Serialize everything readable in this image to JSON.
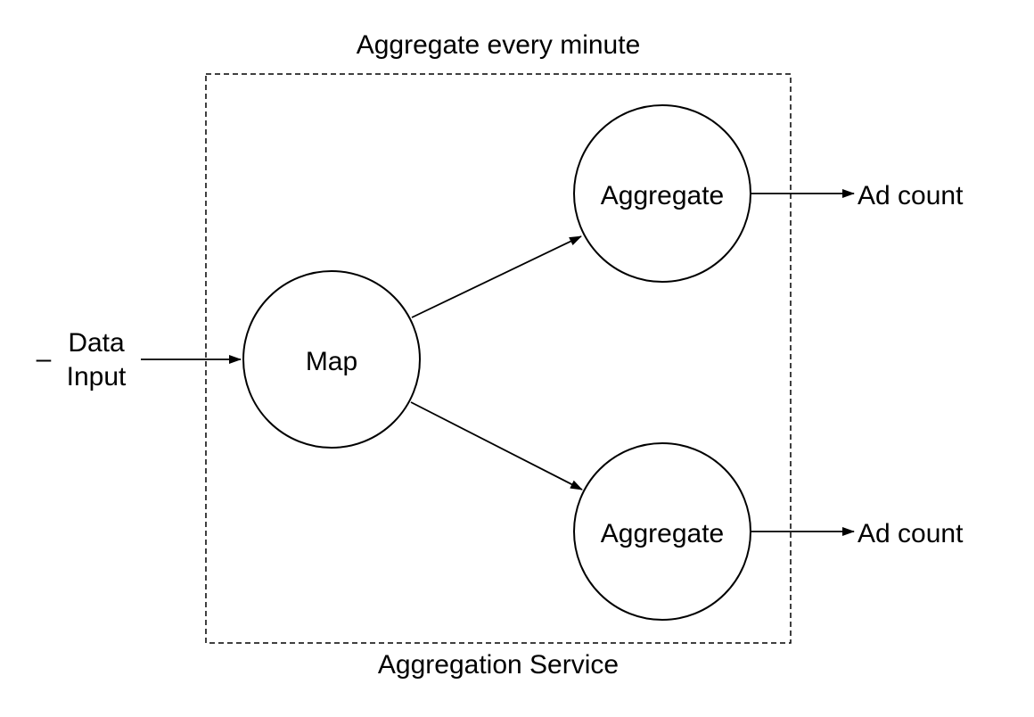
{
  "title": "Aggregate every minute",
  "service_label": "Aggregation Service",
  "input": {
    "line1": "Data",
    "line2": "Input",
    "dash": "–"
  },
  "nodes": {
    "map": "Map",
    "aggregate_top": "Aggregate",
    "aggregate_bottom": "Aggregate"
  },
  "outputs": {
    "top": "Ad count",
    "bottom": "Ad count"
  }
}
